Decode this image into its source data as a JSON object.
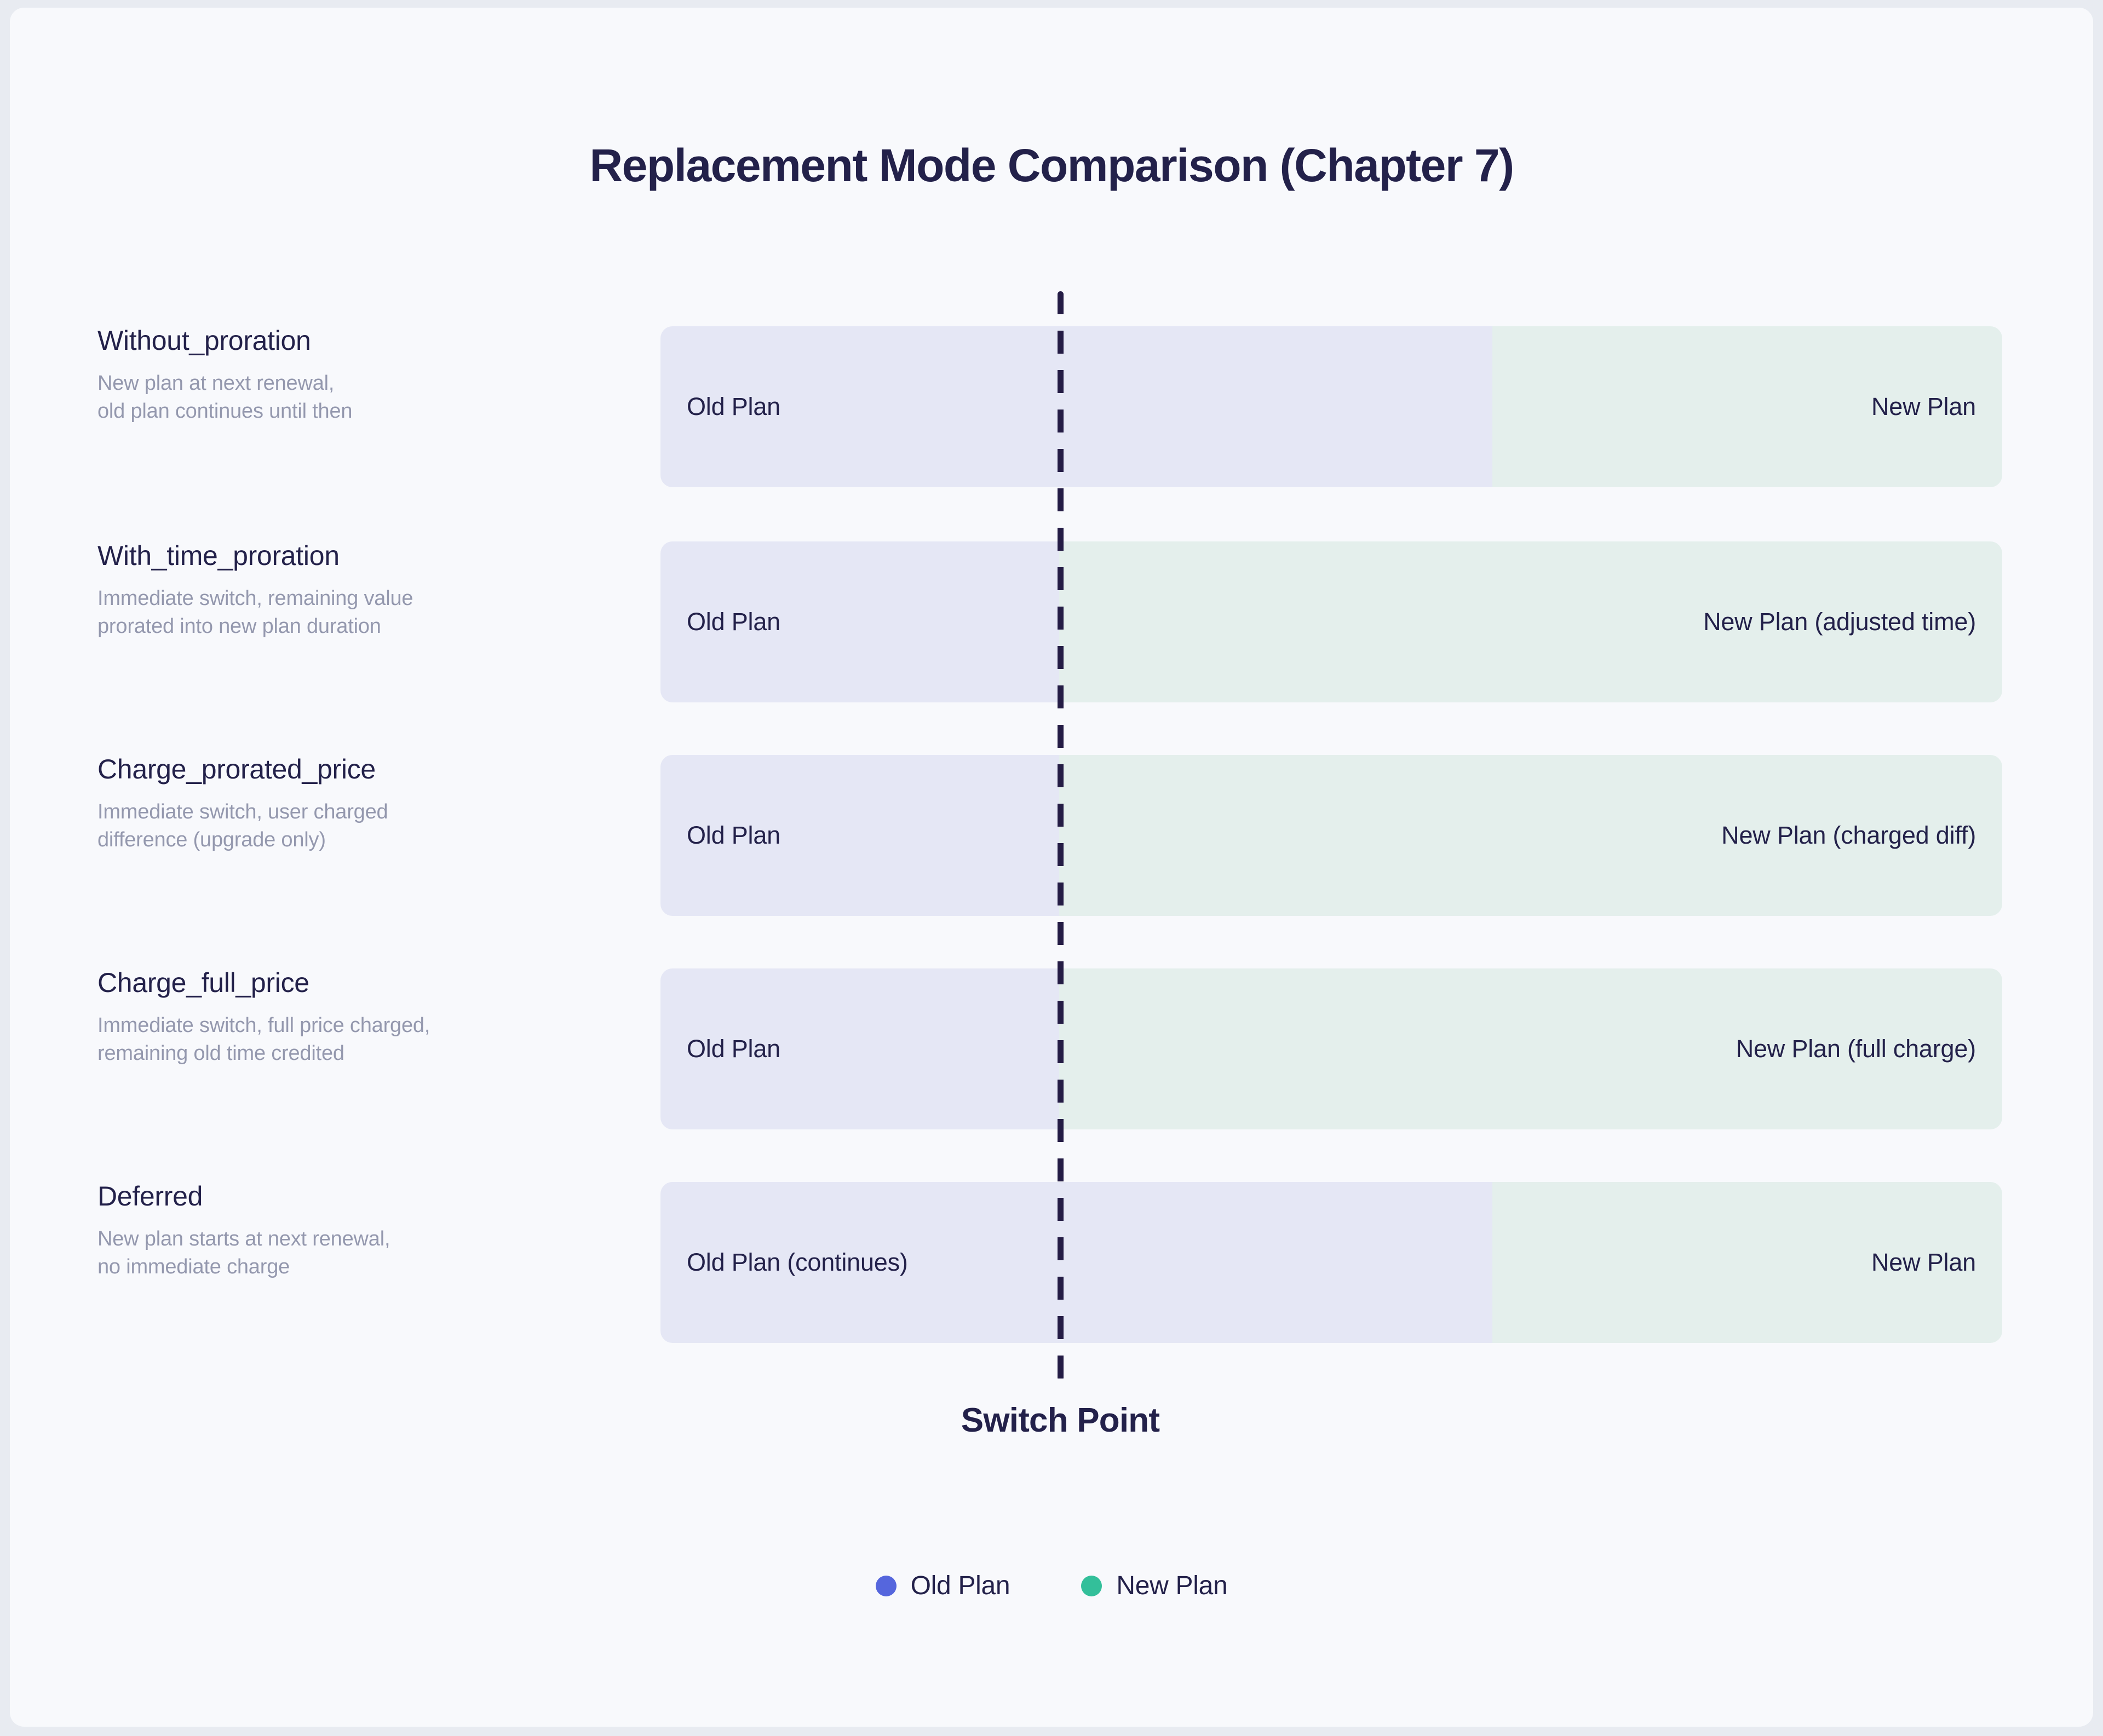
{
  "chart_data": {
    "type": "bar",
    "title": "Replacement Mode Comparison (Chapter 7)",
    "subtitle": "",
    "xlabel": "",
    "ylabel": "",
    "orientation": "horizontal",
    "stacked": true,
    "grid": false,
    "legend_position": "bottom",
    "switch_point_label": "Switch Point",
    "switch_point_fraction": 0.297,
    "categories": [
      "Without_proration",
      "With_time_proration",
      "Charge_prorated_price",
      "Charge_full_price",
      "Deferred"
    ],
    "series": [
      {
        "name": "Old Plan",
        "color": "#5566dd",
        "values": [
          0.62,
          0.297,
          0.297,
          0.297,
          0.62
        ]
      },
      {
        "name": "New Plan",
        "color": "#33bf9a",
        "values": [
          0.38,
          0.703,
          0.703,
          0.703,
          0.38
        ]
      }
    ],
    "segment_labels": [
      [
        "Old Plan",
        "New Plan"
      ],
      [
        "Old Plan",
        "New Plan (adjusted time)"
      ],
      [
        "Old Plan",
        "New Plan (charged diff)"
      ],
      [
        "Old Plan",
        "New Plan (full charge)"
      ],
      [
        "Old Plan (continues)",
        "New Plan"
      ]
    ]
  },
  "header": {
    "title": "Replacement Mode Comparison (Chapter 7)"
  },
  "rows": [
    {
      "name": "Without_proration",
      "description": "New plan at next renewal,\nold plan continues until then",
      "old_label": "Old Plan",
      "new_label": "New Plan",
      "old_pct": 62,
      "new_pct": 38
    },
    {
      "name": "With_time_proration",
      "description": "Immediate switch, remaining value\nprorated into new plan duration",
      "old_label": "Old Plan",
      "new_label": "New Plan (adjusted time)",
      "old_pct": 29.7,
      "new_pct": 70.3
    },
    {
      "name": "Charge_prorated_price",
      "description": "Immediate switch, user charged\ndifference (upgrade only)",
      "old_label": "Old Plan",
      "new_label": "New Plan (charged diff)",
      "old_pct": 29.7,
      "new_pct": 70.3
    },
    {
      "name": "Charge_full_price",
      "description": "Immediate switch, full price charged,\nremaining old time credited",
      "old_label": "Old Plan",
      "new_label": "New Plan (full charge)",
      "old_pct": 29.7,
      "new_pct": 70.3
    },
    {
      "name": "Deferred",
      "description": "New plan starts at next renewal,\nno immediate charge",
      "old_label": "Old Plan (continues)",
      "new_label": "New Plan",
      "old_pct": 62,
      "new_pct": 38
    }
  ],
  "switch_point": {
    "label": "Switch Point"
  },
  "legend": {
    "items": [
      {
        "label": "Old Plan",
        "color": "#5566dd"
      },
      {
        "label": "New Plan",
        "color": "#33bf9a"
      }
    ]
  },
  "colors": {
    "page_background": "#e8ebf1",
    "card_background": "#f8f9fc",
    "title_text": "#23214a",
    "description_text": "#9498ae",
    "old_plan_fill": "#e5e7f5",
    "new_plan_fill": "#e4efec",
    "switch_line": "#241c45"
  }
}
